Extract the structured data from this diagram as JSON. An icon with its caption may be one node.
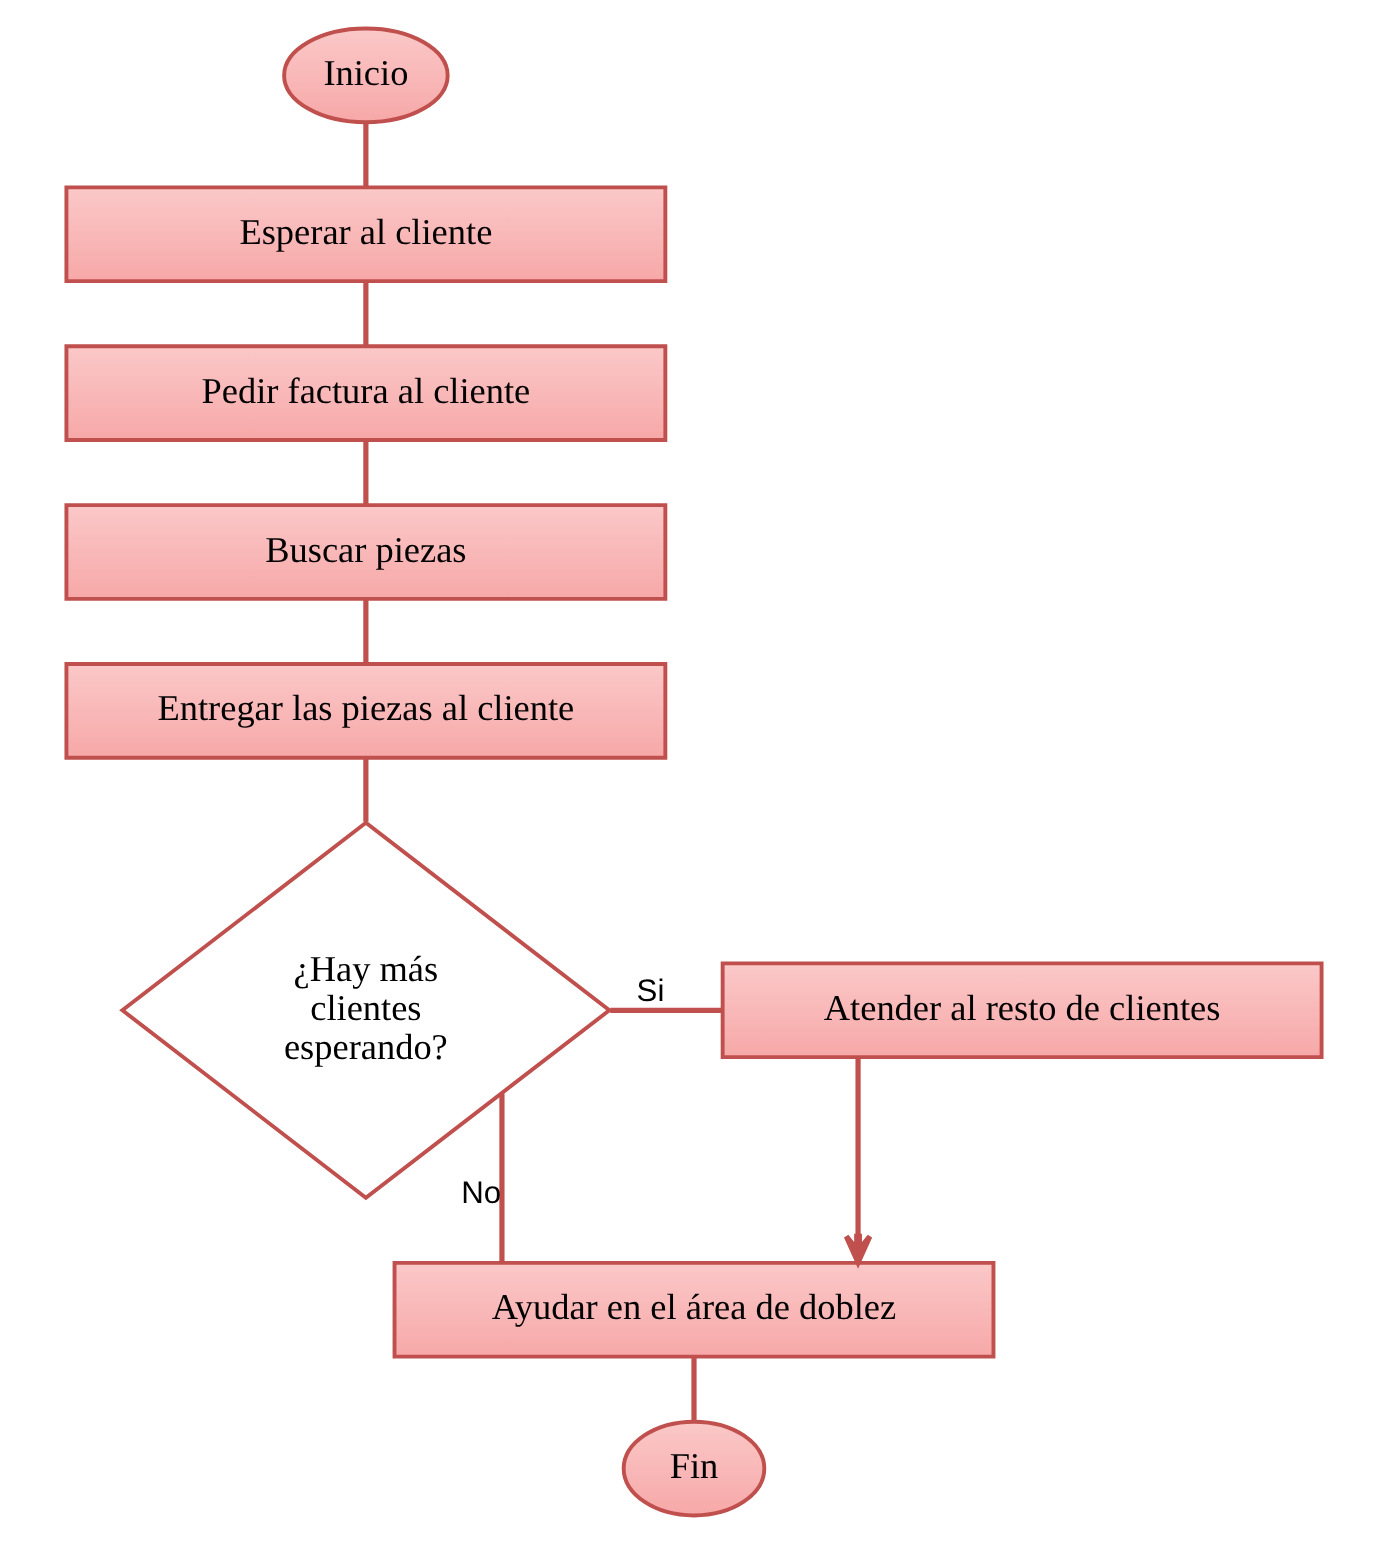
{
  "diagram": {
    "nodes": [
      {
        "text": [
          "Inicio"
        ]
      },
      {
        "text": [
          "Esperar al cliente"
        ]
      },
      {
        "text": [
          "Pedir factura al cliente"
        ]
      },
      {
        "text": [
          "Buscar piezas"
        ]
      },
      {
        "text": [
          "Entregar las piezas al cliente"
        ]
      },
      {
        "text": [
          "¿Hay más clientes esperando?"
        ]
      },
      {
        "text": [
          "Atender al resto de clientes"
        ]
      },
      {
        "text": [
          "Ayudar en el área de doblez"
        ]
      },
      {
        "text": [
          "Fin"
        ]
      }
    ],
    "edges": [
      {
        "from": 0,
        "to": 1,
        "arrow": "none"
      },
      {
        "from": 1,
        "to": 2,
        "arrow": "none"
      },
      {
        "from": 2,
        "to": 3,
        "arrow": "none"
      },
      {
        "from": 3,
        "to": 4,
        "arrow": "none"
      },
      {
        "from": 4,
        "to": 5,
        "arrow": "none"
      },
      {
        "from": 5,
        "to": 6,
        "arrow": "none",
        "label": "Si"
      },
      {
        "from": 5,
        "to": 7,
        "arrow": "none",
        "label": "No"
      },
      {
        "from": 6,
        "to": 7,
        "arrow": "to"
      },
      {
        "from": 7,
        "to": 8,
        "arrow": "none"
      }
    ]
  }
}
